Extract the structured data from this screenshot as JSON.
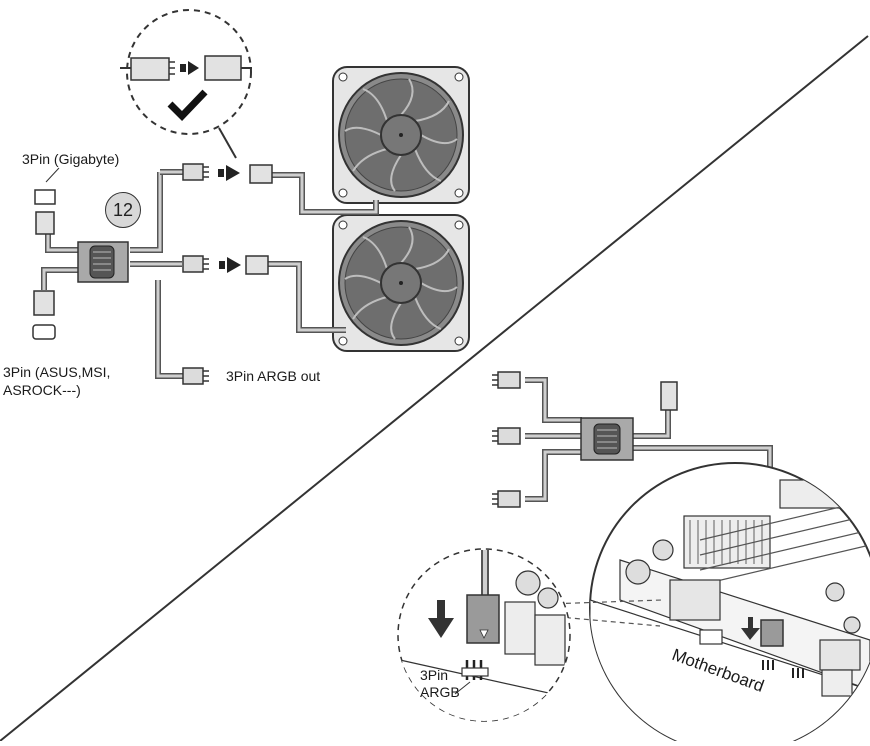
{
  "diagram": {
    "callout_number": "12",
    "labels": {
      "gigabyte": "3Pin (Gigabyte)",
      "asus_line1": "3Pin (ASUS,MSI,",
      "asus_line2": "ASROCK---)",
      "argb_out": "3Pin ARGB out",
      "argb_header_line1": "3Pin",
      "argb_header_line2": "ARGB",
      "motherboard": "Motherboard"
    },
    "icons": {
      "check": "checkmark-icon",
      "arrow": "arrow-right-icon"
    },
    "colors": {
      "line": "#333333",
      "cable": "#bdbdbd",
      "fill_dark": "#7a7a7a",
      "fill_light": "#d9d9d9"
    }
  }
}
